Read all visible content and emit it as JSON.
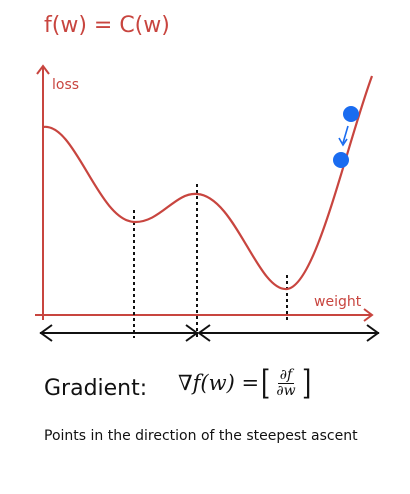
{
  "title": "f(w) = C(w)",
  "axis_labels": {
    "y": "loss",
    "x": "weight"
  },
  "gradient": {
    "label": "Gradient:",
    "lhs": "∇f(w) =",
    "numerator": "∂f",
    "denominator": "∂w"
  },
  "caption": "Points in the direction of the steepest ascent",
  "colors": {
    "curve": "#c8453f",
    "point": "#1a6cf0",
    "axis": "#c8453f",
    "text": "#111111"
  }
}
